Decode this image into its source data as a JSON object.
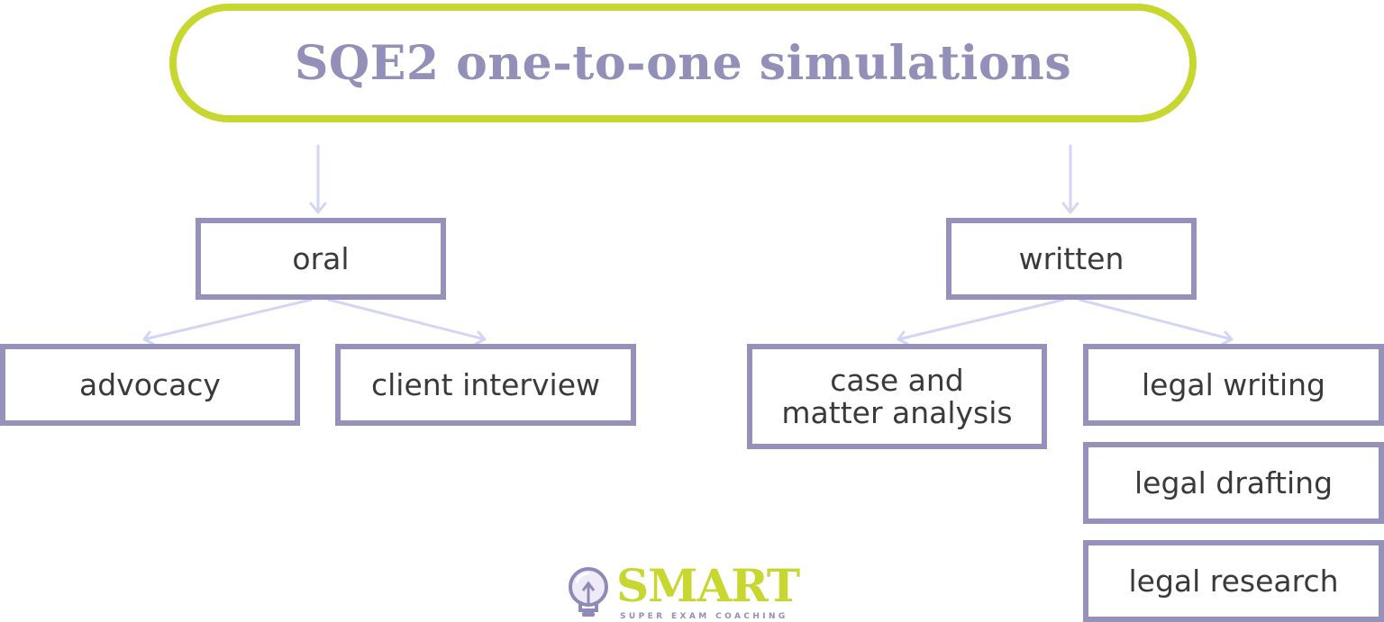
{
  "title": "SQE2 one-to-one simulations",
  "branches": {
    "oral": {
      "label": "oral",
      "children": [
        "advocacy",
        "client interview"
      ]
    },
    "written": {
      "label": "written",
      "children": {
        "case_and_matter": [
          "case and",
          "matter analysis"
        ],
        "legal_writing": "legal writing",
        "legal_drafting": "legal drafting",
        "legal_research": "legal research"
      }
    }
  },
  "logo": {
    "word": "SMART",
    "tagline": "SUPER EXAM COACHING"
  },
  "colors": {
    "accent_green": "#c7d730",
    "box_border": "#9591bb",
    "title_text": "#928fb8",
    "connector": "#d3d6f2",
    "body_text": "#3a3a3a"
  }
}
